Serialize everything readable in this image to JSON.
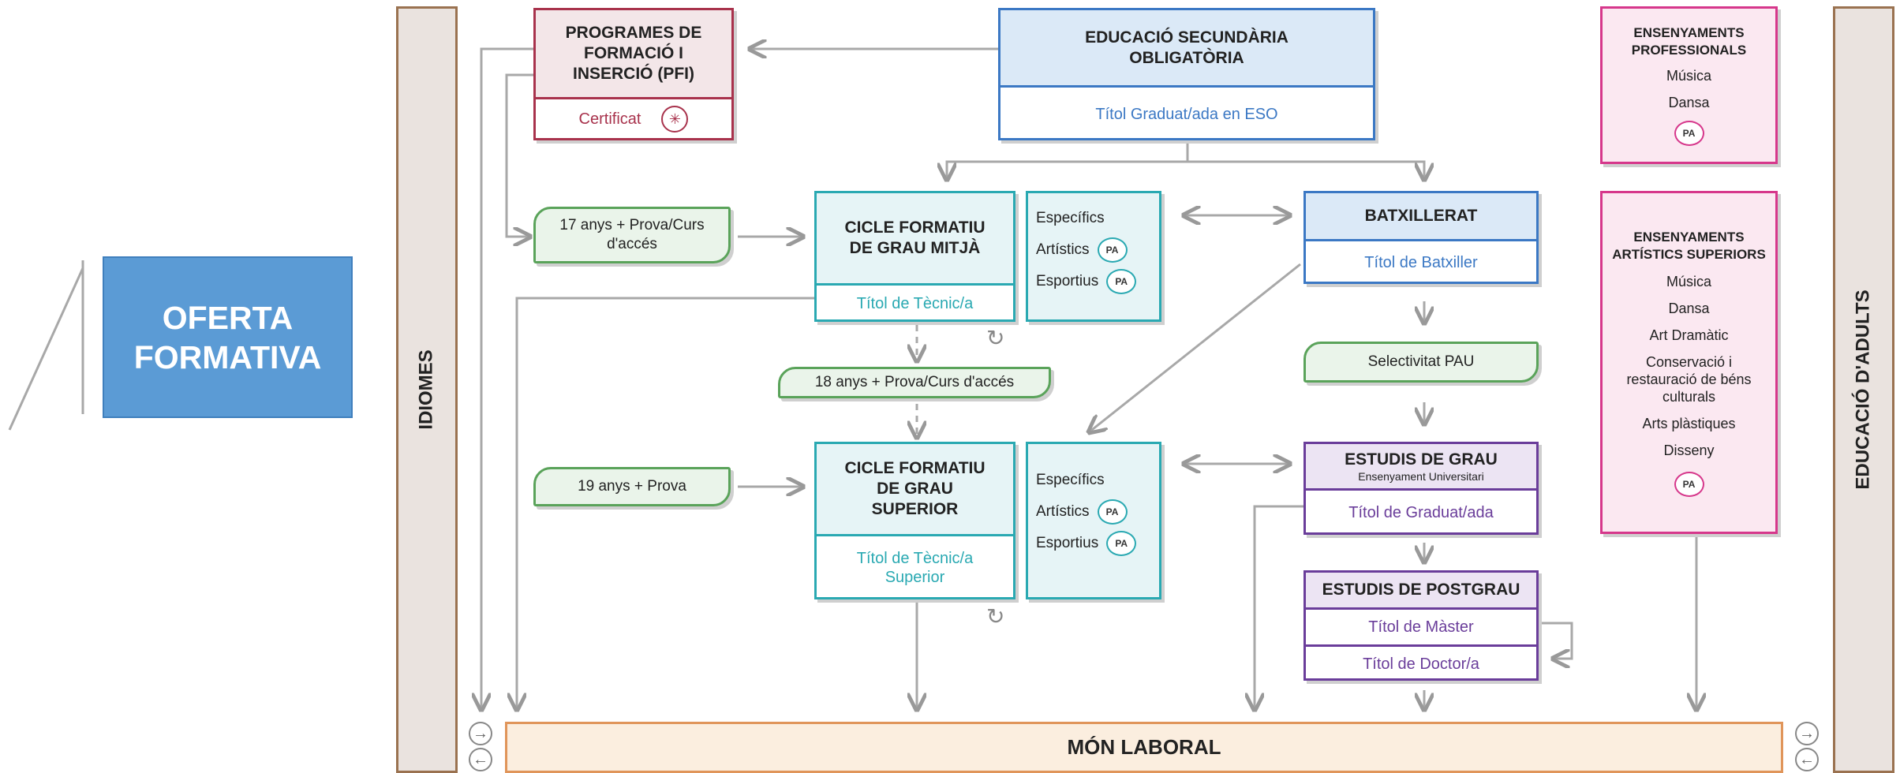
{
  "title": {
    "line1": "OFERTA",
    "line2": "FORMATIVA"
  },
  "side_left": "IDIOMES",
  "side_right": "EDUCACIÓ D'ADULTS",
  "pfi": {
    "title": "PROGRAMES DE FORMACIÓ I INSERCIÓ (PFI)",
    "certificate": "Certificat"
  },
  "eso": {
    "title": "EDUCACIÓ SECUNDÀRIA OBLIGATÒRIA",
    "degree": "Títol Graduat/ada en ESO"
  },
  "access_mitja": "17 anys + Prova/Curs d'accés",
  "access_superior_from_mitja": "18 anys + Prova/Curs d'accés",
  "access_superior": "19 anys + Prova",
  "cfgm": {
    "title": "CICLE FORMATIU DE GRAU MITJÀ",
    "degree": "Títol de Tècnic/a"
  },
  "cfgs": {
    "title": "CICLE FORMATIU DE GRAU SUPERIOR",
    "degree": "Títol de Tècnic/a Superior"
  },
  "cfgm_types": {
    "especifics": "Específics",
    "artistics": "Artístics",
    "esportius": "Esportius",
    "pa": "PA"
  },
  "cfgs_types": {
    "especifics": "Específics",
    "artistics": "Artístics",
    "esportius": "Esportius",
    "pa": "PA"
  },
  "batxillerat": {
    "title": "BATXILLERAT",
    "degree": "Títol de Batxiller"
  },
  "pau": "Selectivitat PAU",
  "grau": {
    "title": "ESTUDIS DE GRAU",
    "subtitle": "Ensenyament Universitari",
    "degree": "Títol de Graduat/ada"
  },
  "postgrau": {
    "title": "ESTUDIS DE POSTGRAU",
    "master": "Títol de Màster",
    "doctor": "Títol de Doctor/a"
  },
  "professionals": {
    "title": "ENSENYAMENTS PROFESSIONALS",
    "items": [
      "Música",
      "Dansa"
    ],
    "pa": "PA"
  },
  "superiors": {
    "title": "ENSENYAMENTS ARTÍSTICS SUPERIORS",
    "items": [
      "Música",
      "Dansa",
      "Art Dramàtic",
      "Conservació i restauració de béns culturals",
      "Arts plàstiques",
      "Disseny"
    ],
    "pa": "PA"
  },
  "laboral": "MÓN LABORAL",
  "symbols": {
    "arrow_right": "→",
    "arrow_left": "←",
    "loop": "↻",
    "star": "✳"
  },
  "colors": {
    "title_bg": "#5b9bd5",
    "pfi": "#a8324c",
    "eso": "#3b78c4",
    "cicle": "#2aa9b2",
    "access": "#5aa35a",
    "university": "#6a3d9a",
    "arts": "#d6378b",
    "laboral": "#e0955a",
    "side": "#9a7250"
  }
}
